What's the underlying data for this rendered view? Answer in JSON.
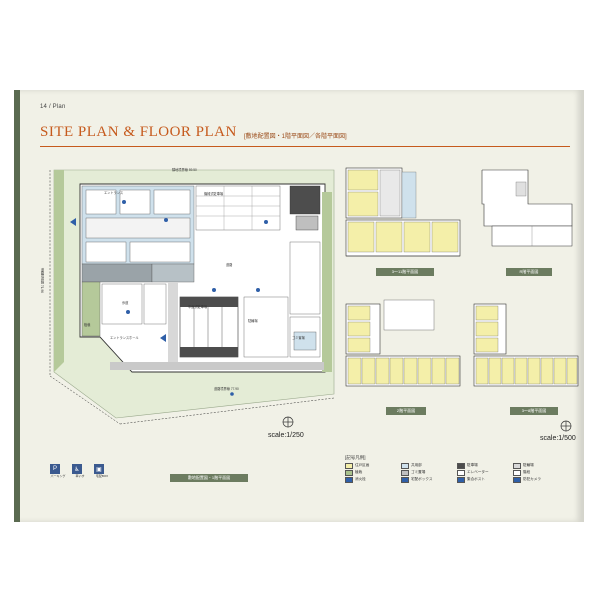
{
  "page": {
    "page_number": "14 / Plan",
    "title": "SITE PLAN & FLOOR PLAN",
    "subtitle": "[敷地配置図・1階平面図／各階平面図]"
  },
  "site_plan": {
    "scale": "scale:1/250",
    "label": "敷地配置図・1階平面図",
    "texts": {
      "road_top": "隣地境界線 59.50",
      "entrance": "エントランス",
      "parking": "機械式駐車場",
      "road": "道路",
      "sidewalk": "歩道",
      "parking_area": "平面式駐車場",
      "bicycle": "駐輪場",
      "garbage": "ゴミ置場",
      "garden": "植栽",
      "lobby": "エントランスホール",
      "road_bottom": "道路境界線 77.90",
      "road_left": "道路境界線 71.96"
    }
  },
  "floor_plans": [
    {
      "label": "3〜11階平面図"
    },
    {
      "label": "R階平面図"
    },
    {
      "label": "2階平面図"
    },
    {
      "label": "3〜8階平面図"
    }
  ],
  "floor_scale": "scale:1/500",
  "legend": {
    "title": "[記号凡例]",
    "items": [
      "住戸区画",
      "共用部",
      "駐車場",
      "駐輪場",
      "植栽",
      "ゴミ置場",
      "エレベーター",
      "階段",
      "消火栓",
      "宅配ボックス",
      "集合ポスト",
      "防犯カメラ"
    ]
  },
  "icons": [
    {
      "name": "P",
      "caption": "パーキング"
    },
    {
      "name": "♿",
      "caption": "車いす"
    },
    {
      "name": "▣",
      "caption": "宅配BOX"
    }
  ],
  "colors": {
    "title": "#c65a1d",
    "unit_yellow": "#f4efa9",
    "green": "#a9c28d",
    "blue_common": "#cfe1ec",
    "blue_mark": "#2f5fa8",
    "plan_label": "#6c7c60"
  }
}
